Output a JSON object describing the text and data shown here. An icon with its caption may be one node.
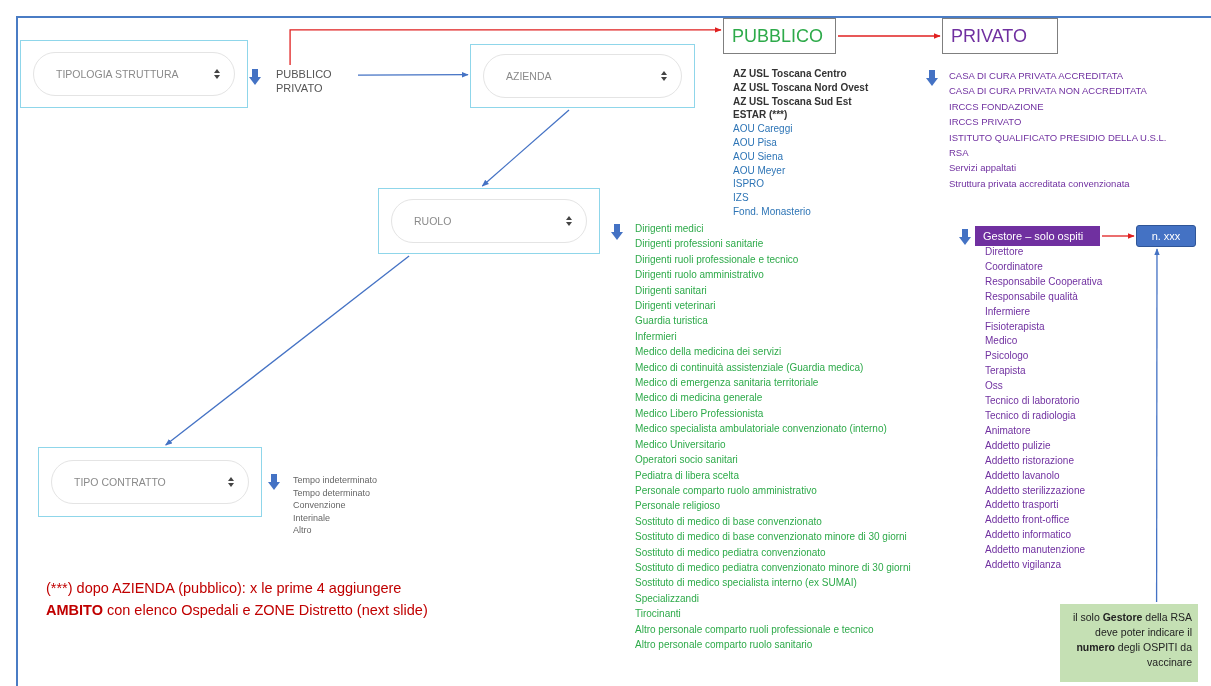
{
  "diagram": {
    "nodes": [
      {
        "text": [
          "TIPOLOGIA STRUTTURA"
        ]
      },
      {
        "text": [
          "PUBBLICO PRIVATO"
        ]
      },
      {
        "text": [
          "AZIENDA"
        ]
      },
      {
        "text": [
          "PUBBLICO"
        ],
        "beside": [
          "AZ USL Toscana Centro",
          "AZ USL Toscana Nord Ovest",
          "AZ USL Toscana Sud Est",
          "ESTAR (***)",
          "AOU Careggi",
          "AOU Pisa",
          "AOU Siena",
          "AOU Meyer",
          "ISPRO",
          "IZS",
          "Fond. Monasterio"
        ]
      },
      {
        "text": [
          "PRIVATO"
        ],
        "beside": [
          "CASA DI CURA PRIVATA ACCREDITATA",
          "CASA DI CURA PRIVATA NON ACCREDITATA",
          "IRCCS FONDAZIONE",
          "IRCCS PRIVATO",
          "ISTITUTO QUALIFICATO PRESIDIO DELLA U.S.L.",
          "RSA",
          "Servizi appaltati",
          "Struttura privata accreditata convenzionata"
        ]
      },
      {
        "text": [
          "RUOLO"
        ],
        "beside": [
          "Dirigenti medici",
          "Dirigenti professioni sanitarie",
          "Dirigenti ruoli professionale e tecnico",
          "Dirigenti ruolo amministrativo",
          "Dirigenti sanitari",
          "Dirigenti veterinari",
          "Guardia turistica",
          "Infermieri",
          "Medico della medicina dei servizi",
          "Medico di continuità assistenziale (Guardia medica)",
          "Medico di emergenza sanitaria territoriale",
          "Medico di medicina generale",
          "Medico Libero Professionista",
          "Medico specialista ambulatoriale convenzionato (interno)",
          "Medico Universitario",
          "Operatori socio sanitari",
          "Pediatra di libera scelta",
          "Personale comparto ruolo amministrativo",
          "Personale religioso",
          "Sostituto di medico di base convenzionato",
          "Sostituto di medico di base convenzionato minore di 30 giorni",
          "Sostituto di medico pediatra convenzionato",
          "Sostituto di medico pediatra convenzionato minore di 30 giorni",
          "Sostituto di medico specialista interno (ex SUMAI)",
          "Specializzandi",
          "Tirocinanti",
          "Altro personale comparto ruoli professionale e tecnico",
          "Altro personale comparto ruolo sanitario"
        ]
      },
      {
        "text": [
          "TIPO CONTRATTO"
        ],
        "beside": [
          "Tempo indeterminato",
          "Tempo determinato",
          "Convenzione",
          "Interinale",
          "Altro"
        ]
      },
      {
        "text": [
          "Gestore – solo ospiti"
        ],
        "beside": [
          "Direttore",
          "Coordinatore",
          "Responsabile Cooperativa",
          "Responsabile qualità",
          "Infermiere",
          "Fisioterapista",
          "Medico",
          "Psicologo",
          "Terapista",
          "Oss",
          "Tecnico di laboratorio",
          "Tecnico di radiologia",
          "Animatore",
          "Addetto pulizie",
          "Addetto ristorazione",
          "Addetto lavanolo",
          "Addetto sterilizzazione",
          "Addetto trasporti",
          "Addetto front-office",
          "Addetto informatico",
          "Addetto manutenzione",
          "Addetto vigilanza"
        ]
      },
      {
        "text": [
          "n. xxx"
        ]
      },
      {
        "text": [
          "il solo **Gestore** della RSA deve poter indicare il **numero** degli OSPITI da vaccinare"
        ]
      }
    ],
    "edges": [
      {
        "from": 1,
        "to": 3,
        "arrow": "to",
        "color": "#e02020"
      },
      {
        "from": 1,
        "to": 2,
        "arrow": "to"
      },
      {
        "from": 3,
        "to": 4,
        "arrow": "to",
        "color": "#e02020"
      },
      {
        "from": 2,
        "to": 5,
        "arrow": "to"
      },
      {
        "from": 5,
        "to": 6,
        "arrow": "to"
      },
      {
        "from": 7,
        "to": 8,
        "arrow": "to",
        "color": "#e02020"
      },
      {
        "from": 9,
        "to": 8,
        "arrow": "to"
      }
    ],
    "labels": [
      "(***) dopo AZIENDA (pubblico): x le prime 4 aggiungere",
      "**AMBITO** con elenco Ospedali e ZONE Distretto (next slide)"
    ]
  }
}
